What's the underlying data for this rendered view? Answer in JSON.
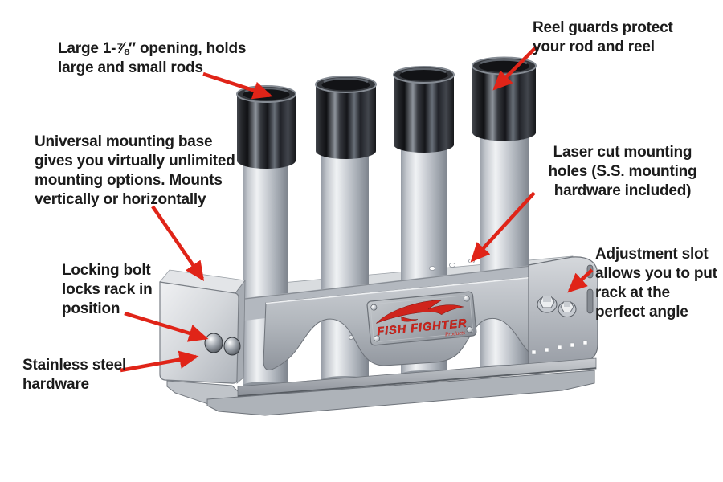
{
  "figure": {
    "type": "product-callout-diagram",
    "product": "Four-tube fishing rod holder rack, 3D render",
    "logo": {
      "brand": "FISH FIGHTER",
      "sub": "Products"
    }
  },
  "colors": {
    "background": "#ffffff",
    "text": "#1b1b1b",
    "arrow_red": "#e02418",
    "logo_red": "#cf241c",
    "tube_silver": "#c9cdd3",
    "reel_guard_dark": "#232529",
    "frame_gray": "#c6c9ce"
  },
  "callouts": [
    {
      "id": "opening",
      "lines": [
        "Large 1-⅞″ opening, holds",
        "large and small rods"
      ]
    },
    {
      "id": "reel-guards",
      "lines": [
        "Reel guards protect",
        "your rod and reel"
      ]
    },
    {
      "id": "mounting-base",
      "lines": [
        "Universal mounting base",
        "gives you virtually unlimited",
        "mounting options. Mounts",
        "vertically or horizontally"
      ]
    },
    {
      "id": "laser-holes",
      "lines": [
        "Laser cut mounting",
        "holes (S.S. mounting",
        "hardware included)"
      ]
    },
    {
      "id": "locking-bolt",
      "lines": [
        "Locking bolt",
        "locks rack in",
        "position"
      ]
    },
    {
      "id": "adjustment-slot",
      "lines": [
        "Adjustment slot",
        "allows you to put",
        "rack at the",
        "perfect angle"
      ]
    },
    {
      "id": "stainless",
      "lines": [
        "Stainless steel",
        "hardware"
      ]
    }
  ]
}
